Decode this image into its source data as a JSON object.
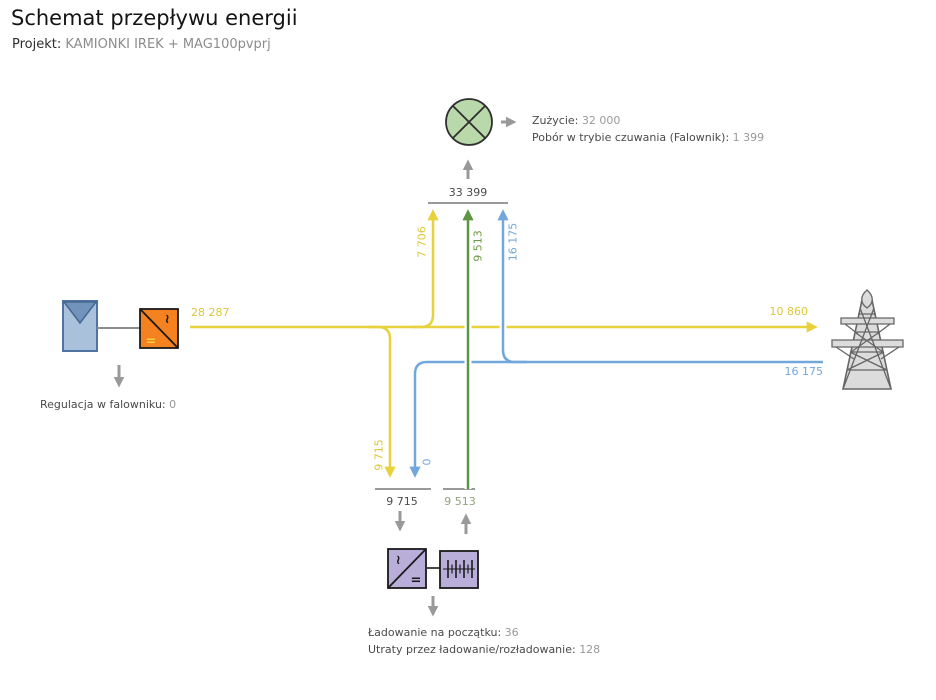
{
  "header": {
    "title": "Schemat przepływu energii",
    "project_label": "Projekt:",
    "project_value": "KAMIONKI IREK + MAG100pvprj"
  },
  "consumption": {
    "total": "33 399",
    "usage_label": "Zużycie:",
    "usage_value": "32 000",
    "standby_label": "Pobór w trybie czuwania (Falownik):",
    "standby_value": "1 399"
  },
  "pv": {
    "production": "28 287",
    "regulation_label": "Regulacja w falowniku:",
    "regulation_value": "0"
  },
  "grid": {
    "export": "10 860",
    "import": "16 175"
  },
  "flows": {
    "pv_to_consumption": "7 706",
    "battery_to_consumption": "9 513",
    "grid_to_consumption": "16 175",
    "pv_to_battery": "9 715",
    "grid_to_battery": "0"
  },
  "battery": {
    "charge": "9 715",
    "discharge": "9 513",
    "initial_label": "Ładowanie na początku:",
    "initial_value": "36",
    "loss_label": "Utraty przez ładowanie/rozładowanie:",
    "loss_value": "128"
  },
  "icons": {
    "inverter_ac": "~",
    "inverter_dc": "="
  },
  "colors": {
    "pv_yellow": "#e3cd3a",
    "grid_blue": "#72a7dc",
    "battery_green": "#5d9741",
    "arrow_gray": "#999999",
    "consumption_fill": "#b9d9aa",
    "inverter_orange": "#f58220",
    "battery_purple": "#b9aed9",
    "panel_blue": "#a9c1da"
  }
}
